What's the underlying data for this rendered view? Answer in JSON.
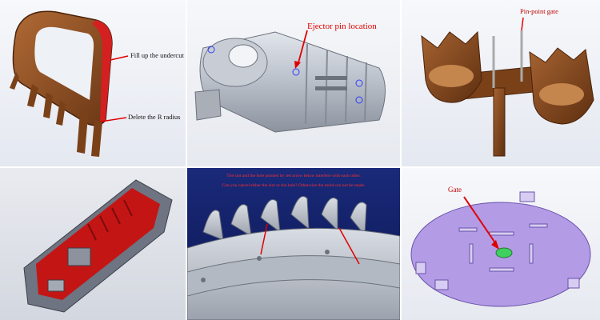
{
  "panels": [
    {
      "annotations": {
        "fill_undercut": "Fill up the undercut",
        "delete_radius": "Delete the R radius"
      }
    },
    {
      "annotations": {
        "ejector_pin": "Ejector pin location"
      }
    },
    {
      "annotations": {
        "pin_point_gate": "Pin-point gate"
      }
    },
    {
      "annotations": {}
    },
    {
      "annotations": {
        "caption_line1": "The slot and the hole pointed by red arrow below interfere with each other.",
        "caption_line2": "Can you cancel either the slot or the hole? Otherwise the mold can not be made."
      }
    },
    {
      "annotations": {
        "gate": "Gate"
      }
    }
  ],
  "colors": {
    "annotation_red": "#e00000",
    "bronze": "#8a4d22",
    "gray_part": "#bfc4cc",
    "purple_part": "#b49be6"
  }
}
